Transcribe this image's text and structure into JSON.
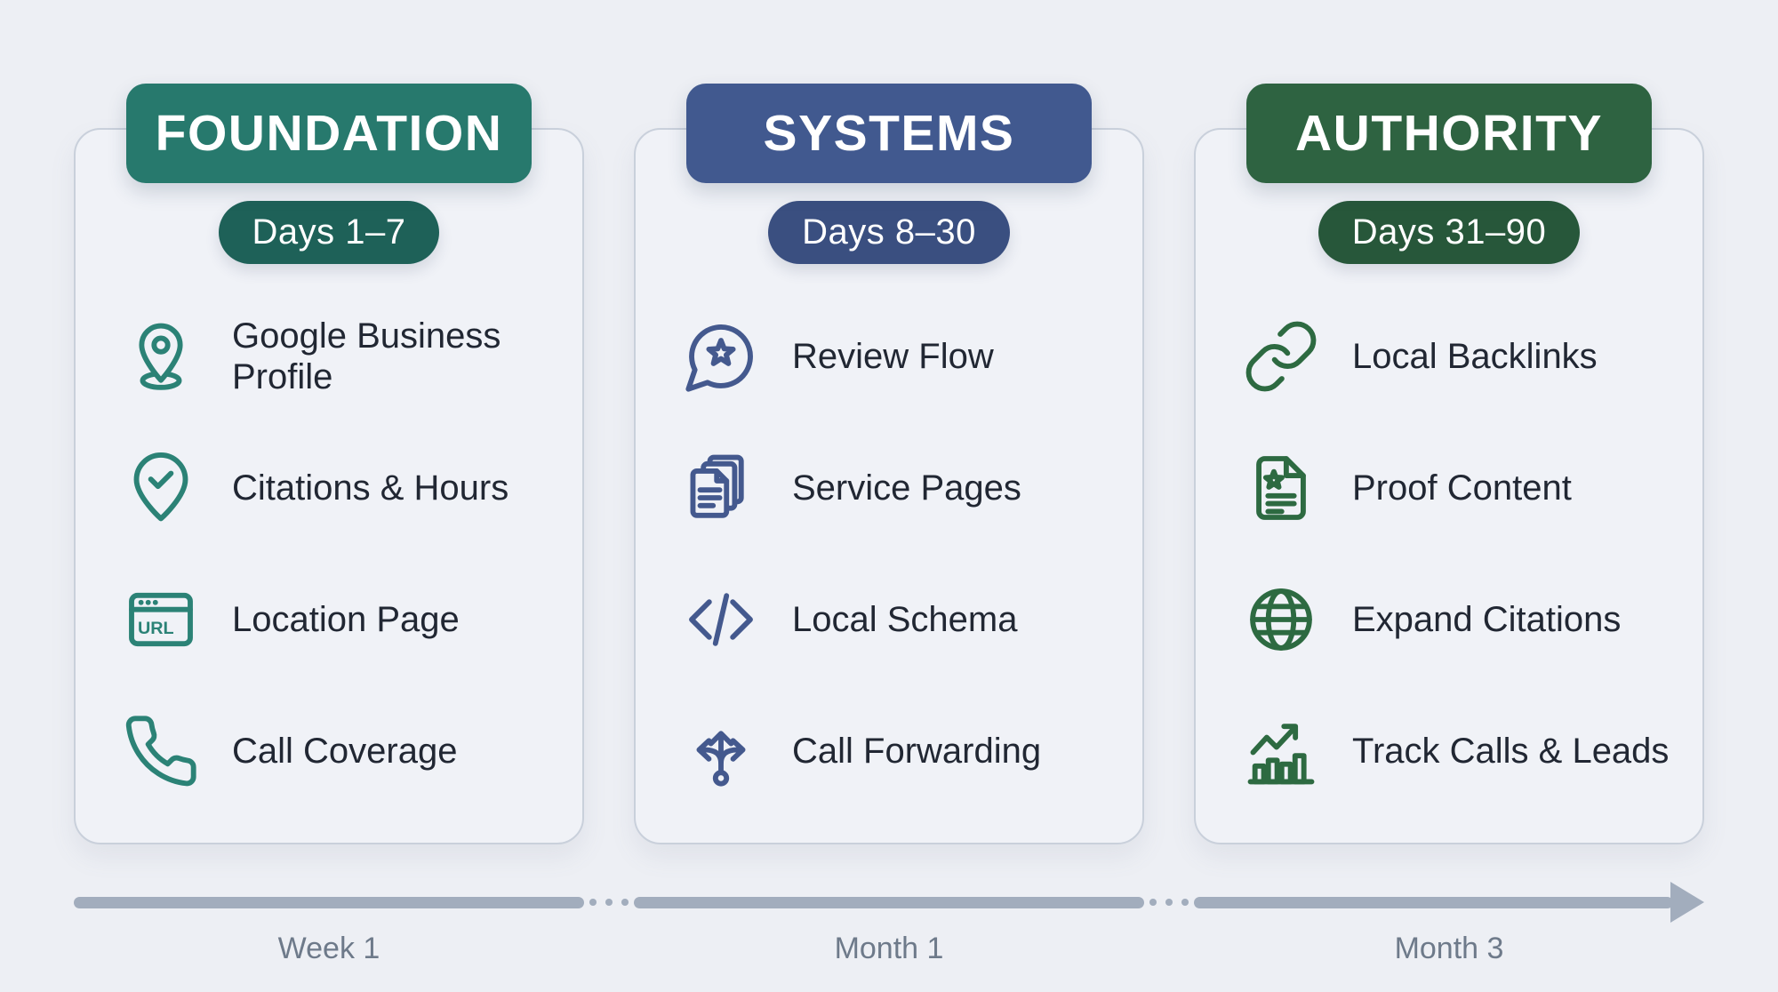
{
  "theme": {
    "background": "#edeff4",
    "card_border": "#c9d0db",
    "text_color": "#212733",
    "timeline_color": "#a2adbd",
    "timeline_label_color": "#6e7a8a"
  },
  "browser_icon_text": "URL",
  "columns": [
    {
      "title": "FOUNDATION",
      "days": "Days 1–7",
      "header_color": "#27796d",
      "badge_color": "#1e6158",
      "icon_color": "#2b8276",
      "items": [
        {
          "icon": "map-pin-icon",
          "label": "Google Business Profile"
        },
        {
          "icon": "pin-check-icon",
          "label": "Citations & Hours"
        },
        {
          "icon": "browser-url-icon",
          "label": "Location Page"
        },
        {
          "icon": "phone-icon",
          "label": "Call Coverage"
        }
      ],
      "timeline_label": "Week 1"
    },
    {
      "title": "SYSTEMS",
      "days": "Days 8–30",
      "header_color": "#41598f",
      "badge_color": "#3a4f80",
      "icon_color": "#44598e",
      "items": [
        {
          "icon": "review-star-bubble-icon",
          "label": "Review Flow"
        },
        {
          "icon": "service-pages-icon",
          "label": "Service Pages"
        },
        {
          "icon": "code-icon",
          "label": "Local Schema"
        },
        {
          "icon": "call-forwarding-route-icon",
          "label": "Call Forwarding"
        }
      ],
      "timeline_label": "Month 1"
    },
    {
      "title": "AUTHORITY",
      "days": "Days 31–90",
      "header_color": "#2e6341",
      "badge_color": "#27573a",
      "icon_color": "#2d6a41",
      "items": [
        {
          "icon": "link-icon",
          "label": "Local Backlinks"
        },
        {
          "icon": "file-star-icon",
          "label": "Proof Content"
        },
        {
          "icon": "globe-icon",
          "label": "Expand Citations"
        },
        {
          "icon": "chart-growth-icon",
          "label": "Track Calls & Leads"
        }
      ],
      "timeline_label": "Month 3"
    }
  ]
}
